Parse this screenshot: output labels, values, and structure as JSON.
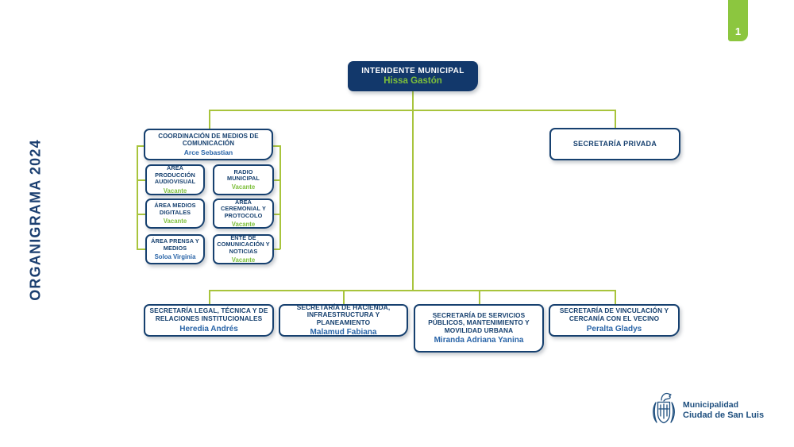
{
  "page": {
    "number": "1",
    "vertical_title": "ORGANIGRAMA 2024"
  },
  "colors": {
    "brand_navy": "#12386b",
    "border_navy": "#16406f",
    "connector_green": "#a8c43c",
    "accent_green": "#7dbf3b",
    "name_blue": "#2a65a8",
    "tab_green": "#8cc63f"
  },
  "root": {
    "title": "INTENDENTE MUNICIPAL",
    "name": "Hissa Gastón"
  },
  "coordination": {
    "title": "COORDINACIÓN DE MEDIOS DE COMUNICACIÓN",
    "name": "Arce Sebastian"
  },
  "sub_areas": [
    {
      "title": "ÁREA PRODUCCIÓN AUDIOVISUAL",
      "name": "Vacante"
    },
    {
      "title": "RADIO MUNICIPAL",
      "name": "Vacante"
    },
    {
      "title": "ÁREA MEDIOS DIGITALES",
      "name": "Vacante"
    },
    {
      "title": "ÁREA CEREMONIAL Y PROTOCOLO",
      "name": "Vacante"
    },
    {
      "title": "ÁREA PRENSA Y MEDIOS",
      "name": "Soloa Virginia"
    },
    {
      "title": "ENTE DE COMUNICACIÓN Y NOTICIAS",
      "name": "Vacante"
    }
  ],
  "private_secretary": {
    "title": "SECRETARÍA PRIVADA"
  },
  "secretariats": [
    {
      "title": "SECRETARÍA LEGAL, TÉCNICA Y DE RELACIONES INSTITUCIONALES",
      "name": "Heredia Andrés"
    },
    {
      "title": "SECRETARÍA DE HACIENDA, INFRAESTRUCTURA Y PLANEAMIENTO",
      "name": "Malamud Fabiana"
    },
    {
      "title": "SECRETARÍA DE SERVICIOS PÚBLICOS, MANTENIMIENTO Y MOVILIDAD URBANA",
      "name": "Miranda Adriana Yanina"
    },
    {
      "title": "SECRETARÍA DE VINCULACIÓN Y CERCANÍA CON EL VECINO",
      "name": "Peralta Gladys"
    }
  ],
  "logo": {
    "line1": "Municipalidad",
    "line2": "Ciudad de San Luis"
  }
}
